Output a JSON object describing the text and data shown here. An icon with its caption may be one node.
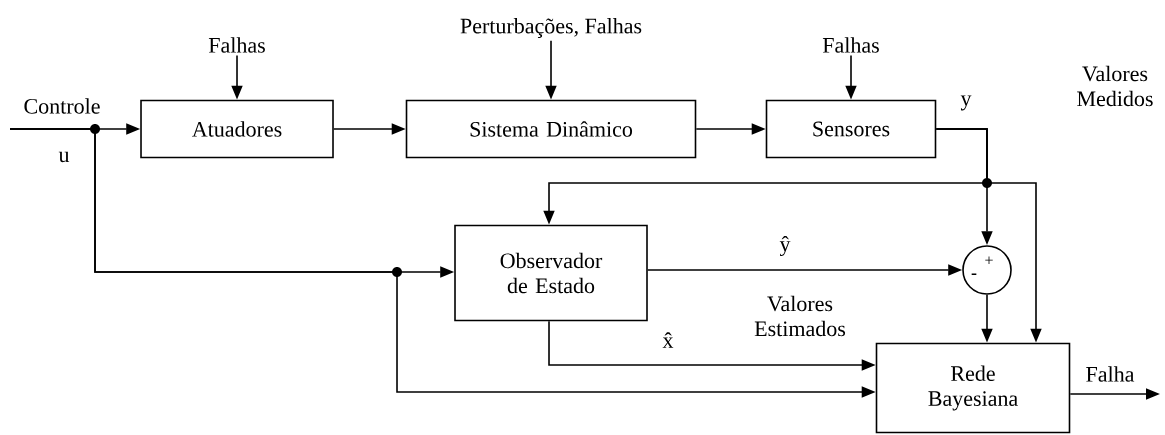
{
  "diagram": {
    "nodes": [
      {
        "text": [
          "Falhas"
        ]
      },
      {
        "text": [
          "Perturbações, Falhas"
        ]
      },
      {
        "text": [
          "Falhas"
        ]
      },
      {
        "text": [
          "Atuadores"
        ]
      },
      {
        "text": [
          "Sistema Dinâmico"
        ]
      },
      {
        "text": [
          "Sensores"
        ]
      },
      {
        "text": [
          "Observador de Estado"
        ]
      },
      {
        "text": [],
        "shape": "circle"
      },
      {
        "text": [
          "Rede Bayesiana"
        ]
      }
    ],
    "edges": [
      {
        "from": null,
        "to": 3,
        "arrow": "to",
        "label": "Controle"
      },
      {
        "from": 0,
        "to": 3,
        "arrow": "to"
      },
      {
        "from": 1,
        "to": 4,
        "arrow": "to"
      },
      {
        "from": 2,
        "to": 5,
        "arrow": "to"
      },
      {
        "from": 3,
        "to": 4,
        "arrow": "to"
      },
      {
        "from": 4,
        "to": 5,
        "arrow": "to"
      },
      {
        "from": 5,
        "to": 7,
        "arrow": "to",
        "label": "y"
      },
      {
        "from": 5,
        "to": 6,
        "arrow": "to"
      },
      {
        "from": 5,
        "to": 8,
        "arrow": "to"
      },
      {
        "from": null,
        "to": 6,
        "arrow": "to"
      },
      {
        "from": null,
        "to": 8,
        "arrow": "to"
      },
      {
        "from": 6,
        "to": 7,
        "arrow": "to",
        "label": "ŷ"
      },
      {
        "from": 6,
        "to": 8,
        "arrow": "to",
        "label": "x̂"
      },
      {
        "from": 7,
        "to": 8,
        "arrow": "to"
      },
      {
        "from": 8,
        "to": null,
        "arrow": "to",
        "label": "Falha"
      }
    ],
    "labels": [
      "Valores Medidos",
      "u",
      "+",
      "-",
      "Valores Estimados"
    ]
  }
}
